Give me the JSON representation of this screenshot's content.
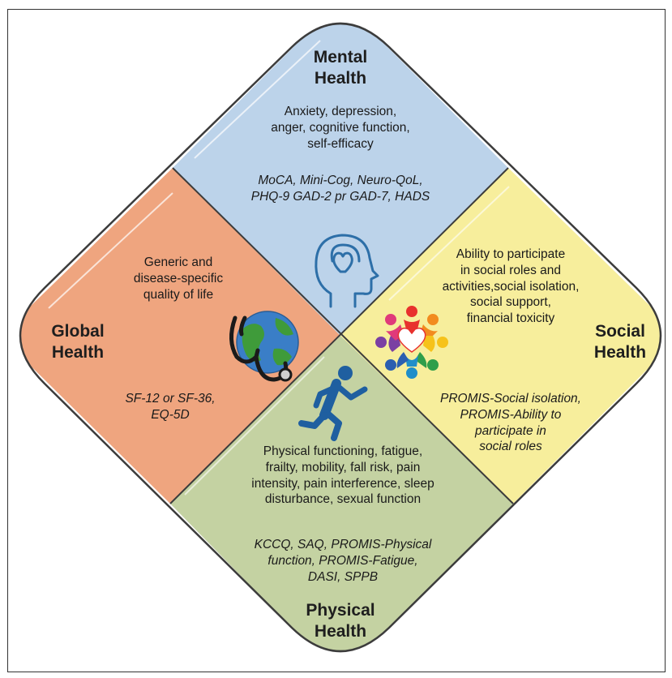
{
  "colors": {
    "mental": "#bcd3ea",
    "social": "#f7ee9c",
    "physical": "#c4d2a2",
    "global": "#efa57f",
    "outline": "#3c3c3c"
  },
  "icons": {
    "mental": "head-heart-icon",
    "social": "community-heart-icon",
    "physical": "running-person-icon",
    "global": "globe-stethoscope-icon"
  },
  "mental": {
    "title": "Mental\nHealth",
    "domains": "Anxiety, depression,\nanger, cognitive function,\nself-efficacy",
    "tools": "MoCA, Mini-Cog, Neuro-QoL,\nPHQ-9 GAD-2 pr GAD-7, HADS"
  },
  "social": {
    "title": "Social\nHealth",
    "domains": "Ability to participate\nin social roles and\nactivities,social isolation,\nsocial support,\nfinancial toxicity",
    "tools": "PROMIS-Social isolation,\nPROMIS-Ability to\nparticipate in\nsocial roles"
  },
  "global": {
    "title": "Global\nHealth",
    "domains": "Generic and\ndisease-specific\nquality of life",
    "tools": "SF-12 or SF-36,\nEQ-5D"
  },
  "physical": {
    "title": "Physical\nHealth",
    "domains": "Physical functioning, fatigue,\nfrailty, mobility, fall risk, pain\nintensity, pain interference, sleep\ndisturbance, sexual function",
    "tools": "KCCQ, SAQ, PROMIS-Physical\nfunction, PROMIS-Fatigue,\nDASI, SPPB"
  }
}
